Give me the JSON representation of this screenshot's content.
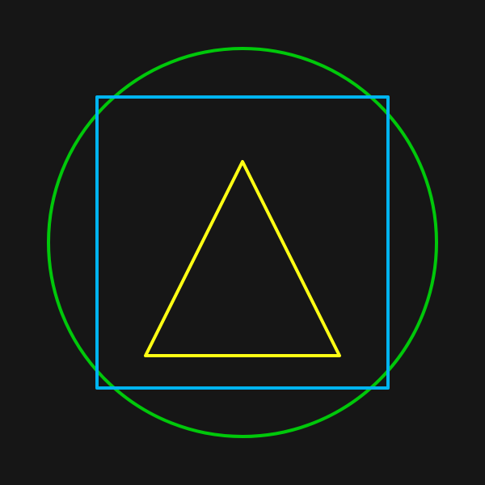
{
  "colors": {
    "background": "#161616",
    "circle": "#00C80A",
    "square": "#00B4F0",
    "triangle": "#FFFF14"
  },
  "shapes": [
    {
      "kind": "circle",
      "color_key": "circle"
    },
    {
      "kind": "square",
      "color_key": "square"
    },
    {
      "kind": "triangle",
      "color_key": "triangle"
    }
  ]
}
